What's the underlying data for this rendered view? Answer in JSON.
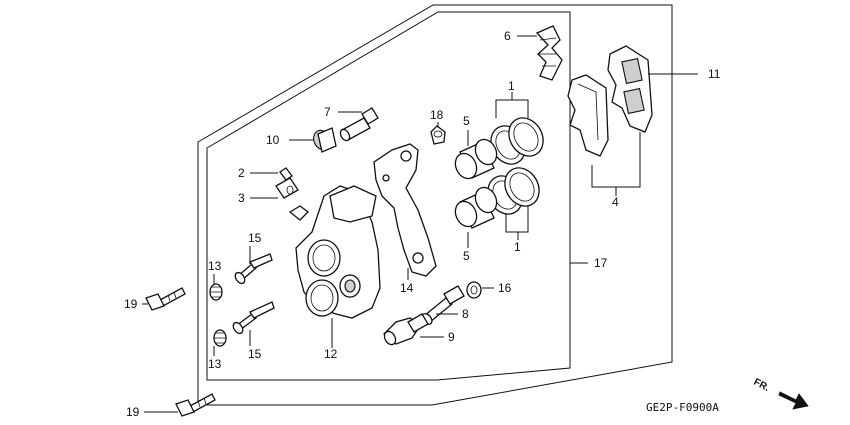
{
  "labels": {
    "p1a": "1",
    "p1b": "1",
    "p2": "2",
    "p3": "3",
    "p4": "4",
    "p5a": "5",
    "p5b": "5",
    "p6": "6",
    "p7": "7",
    "p8": "8",
    "p9": "9",
    "p10": "10",
    "p11": "11",
    "p12": "12",
    "p13a": "13",
    "p13b": "13",
    "p14": "14",
    "p15a": "15",
    "p15b": "15",
    "p16": "16",
    "p17": "17",
    "p18": "18",
    "p19a": "19",
    "p19b": "19"
  },
  "direction_label": "FR.",
  "diagram_code": "GE2P-F0900A"
}
